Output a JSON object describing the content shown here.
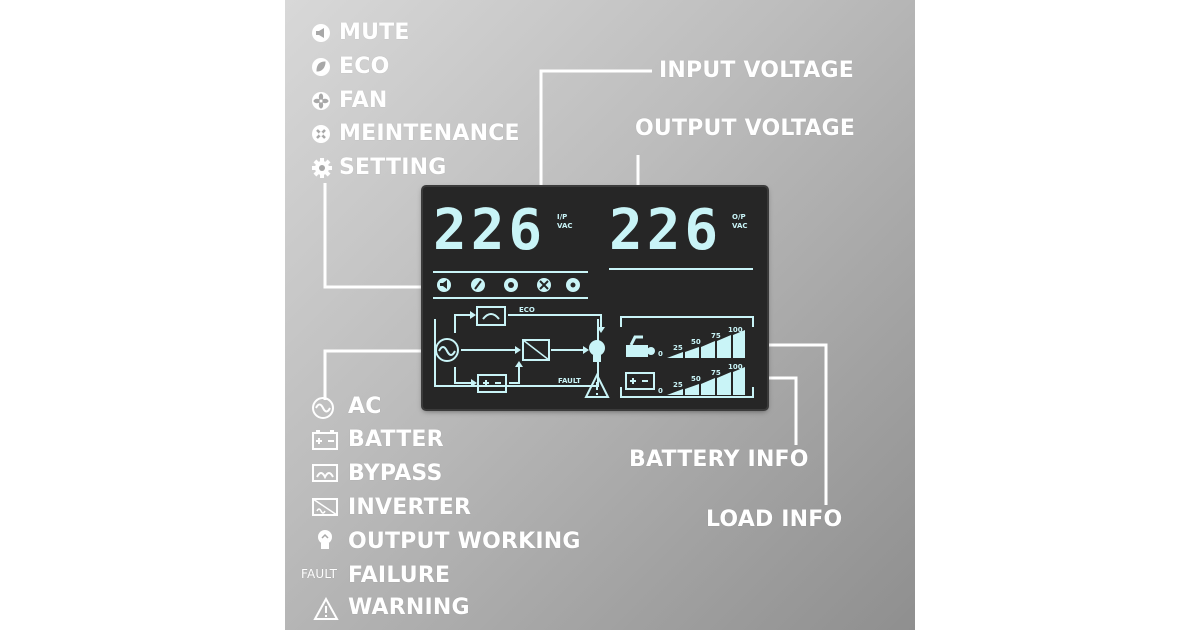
{
  "colors": {
    "panel_bg": "#a8a8a8",
    "lcd_bg": "#262626",
    "lcd_segment": "#c9f4f7",
    "label": "#ffffff"
  },
  "top_legend": [
    {
      "icon": "mute-icon",
      "label": "MUTE"
    },
    {
      "icon": "eco-icon",
      "label": "ECO"
    },
    {
      "icon": "fan-icon",
      "label": "FAN"
    },
    {
      "icon": "maintenance-icon",
      "label": "MEINTENANCE"
    },
    {
      "icon": "setting-icon",
      "label": "SETTING"
    }
  ],
  "callouts": {
    "input_voltage": "INPUT VOLTAGE",
    "output_voltage": "OUTPUT VOLTAGE",
    "battery_info": "BATTERY INFO",
    "load_info": "LOAD INFO"
  },
  "bottom_legend": [
    {
      "icon": "ac-icon",
      "label": "AC"
    },
    {
      "icon": "battery-icon",
      "label": "BATTER"
    },
    {
      "icon": "bypass-icon",
      "label": "BYPASS"
    },
    {
      "icon": "inverter-icon",
      "label": "INVERTER"
    },
    {
      "icon": "bulb-icon",
      "label": "OUTPUT WORKING"
    },
    {
      "icon": "fault-text",
      "prefix": "FAULT",
      "label": "FAILURE"
    },
    {
      "icon": "warning-icon",
      "label": "WARNING"
    }
  ],
  "lcd": {
    "input_value": "226",
    "input_unit_1": "I/P",
    "input_unit_2": "VAC",
    "output_value": "226",
    "output_unit_1": "O/P",
    "output_unit_2": "VAC",
    "eco_label": "ECO",
    "fault_label": "FAULT",
    "scale": [
      "0",
      "25",
      "50",
      "75",
      "100"
    ]
  }
}
